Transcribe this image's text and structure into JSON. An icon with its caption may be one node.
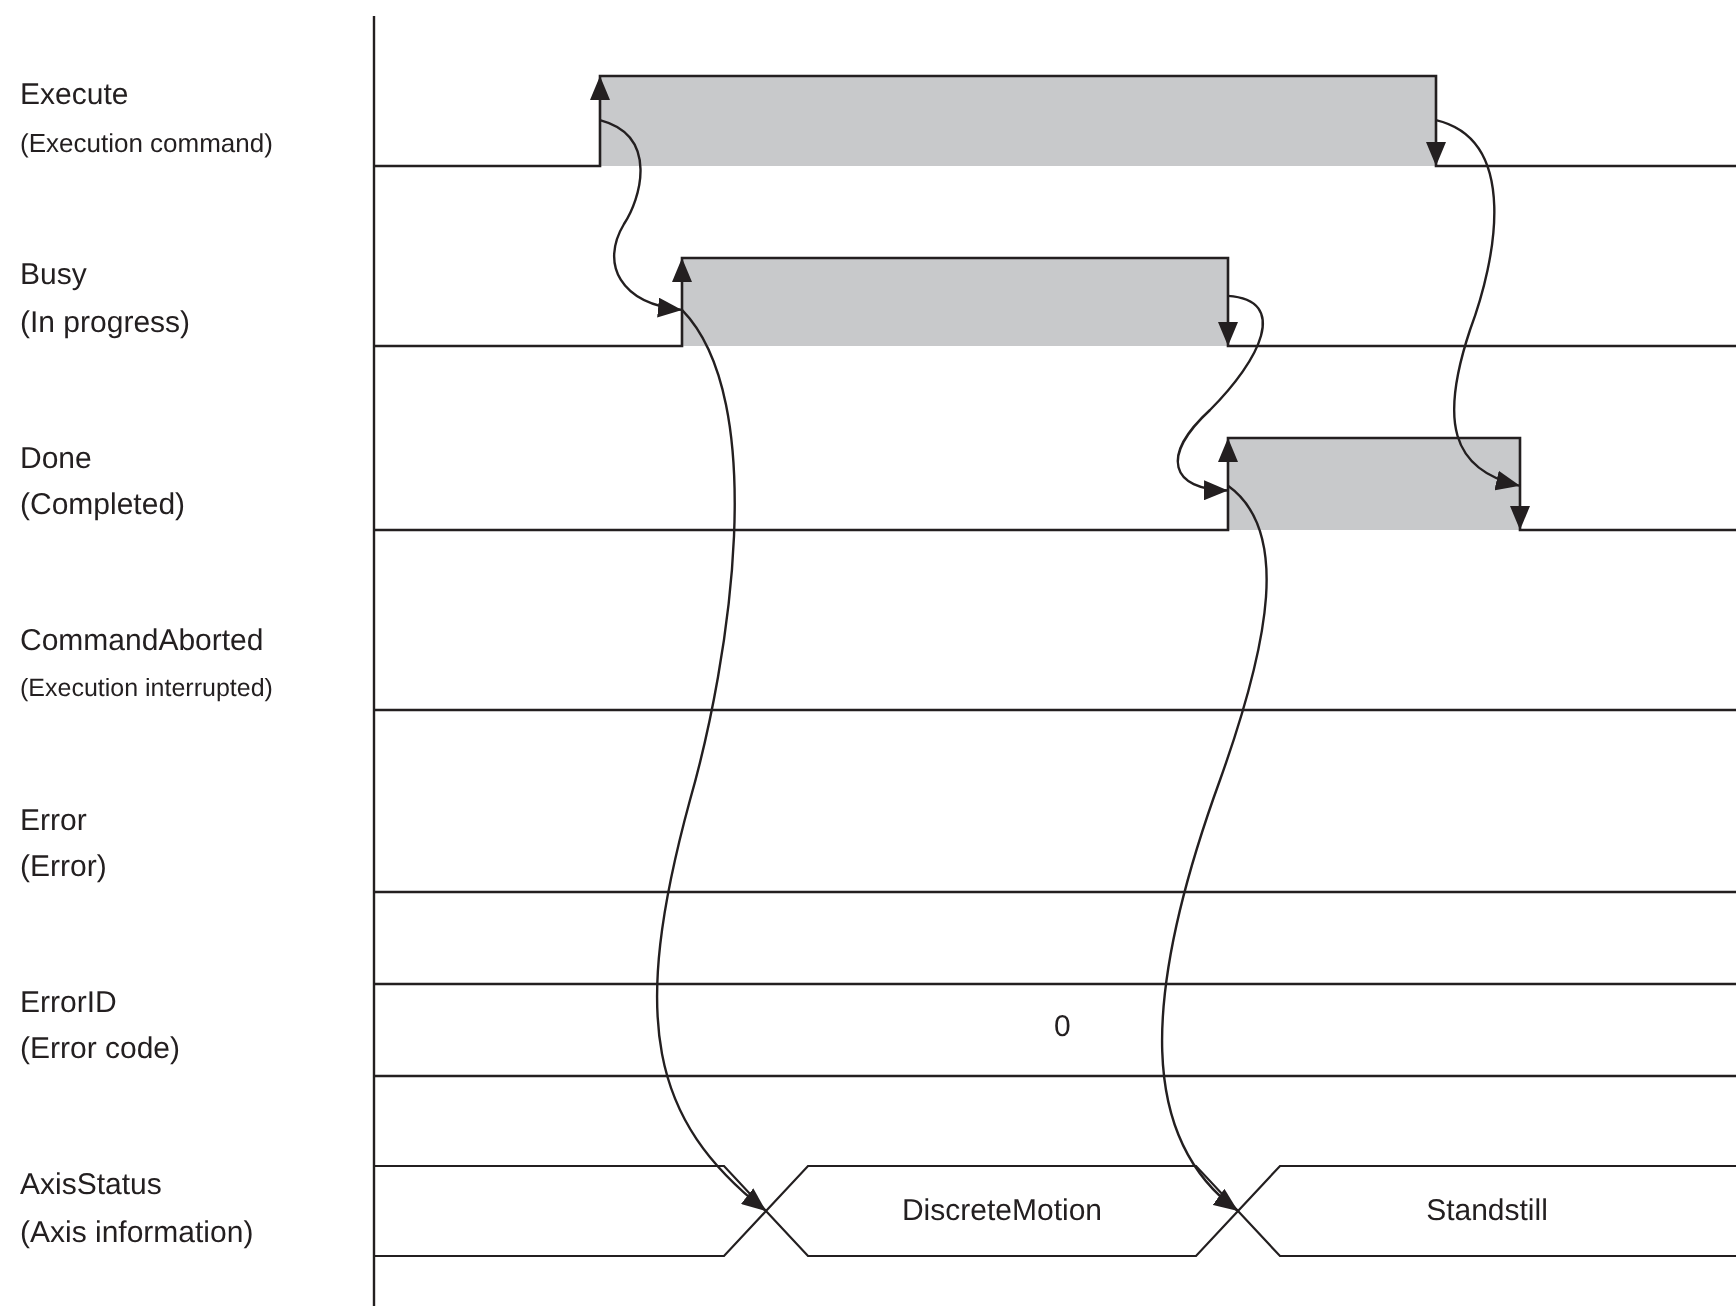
{
  "diagram": {
    "nodes": [
      {
        "text": [],
        "shape": "bar"
      },
      {
        "text": [],
        "shape": "bar"
      },
      {
        "text": [],
        "shape": "bar"
      },
      {
        "text": [
          "DiscreteMotion"
        ]
      },
      {
        "text": [
          "Standstill"
        ]
      }
    ],
    "edges": [
      {
        "from": 0,
        "to": 1,
        "arrow": "to"
      },
      {
        "from": 0,
        "to": 2,
        "arrow": "to"
      },
      {
        "from": 1,
        "to": 2,
        "arrow": "to"
      },
      {
        "from": 1,
        "to": 3,
        "arrow": "to"
      },
      {
        "from": 2,
        "to": 4,
        "arrow": "to"
      }
    ],
    "labels": [
      "Execute",
      "(Execution command)",
      "Busy",
      "(In progress)",
      "Done",
      "(Completed)",
      "CommandAborted",
      "(Execution interrupted)",
      "Error",
      "(Error)",
      "ErrorID",
      "(Error code)",
      "0",
      "AxisStatus",
      "(Axis information)"
    ]
  }
}
